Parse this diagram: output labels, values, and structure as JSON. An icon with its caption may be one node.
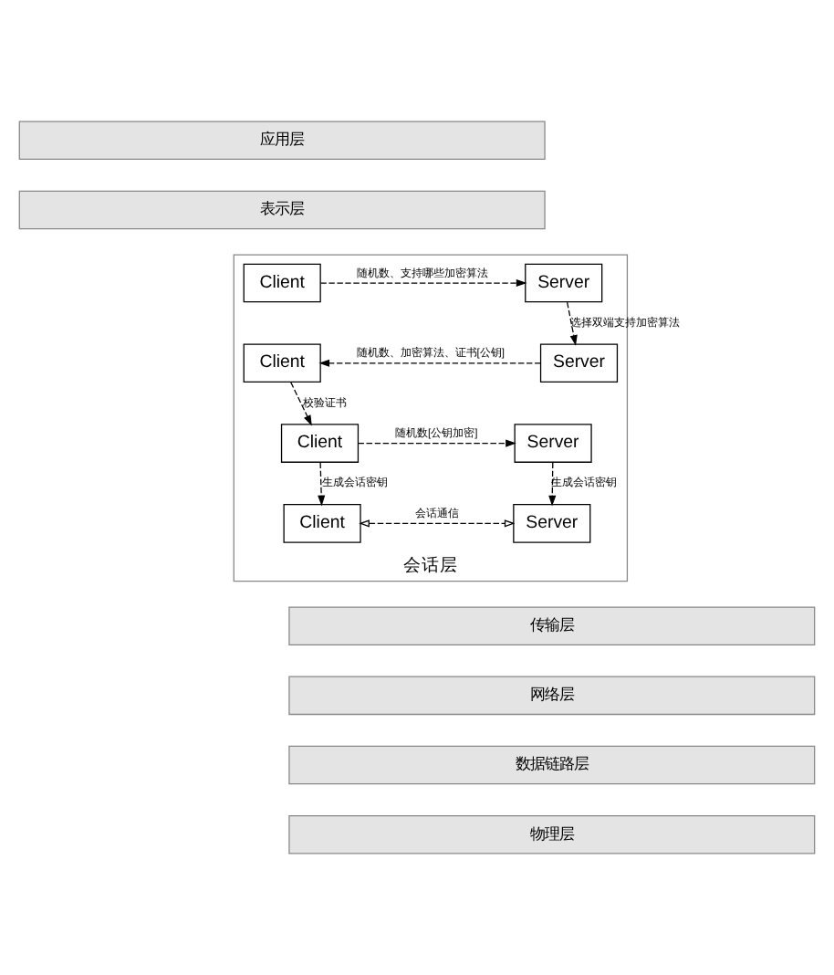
{
  "diagram": {
    "nodes": [
      {
        "text": [
          "应用层"
        ]
      },
      {
        "text": [
          "表示层"
        ]
      },
      {
        "text": [
          "会话层"
        ]
      },
      {
        "text": [
          "Client"
        ],
        "in": 2
      },
      {
        "text": [
          "Server"
        ],
        "in": 2
      },
      {
        "text": [
          "Client"
        ],
        "in": 2
      },
      {
        "text": [
          "Server"
        ],
        "in": 2
      },
      {
        "text": [
          "Client"
        ],
        "in": 2
      },
      {
        "text": [
          "Server"
        ],
        "in": 2
      },
      {
        "text": [
          "Client"
        ],
        "in": 2
      },
      {
        "text": [
          "Server"
        ],
        "in": 2
      },
      {
        "text": [
          "传输层"
        ]
      },
      {
        "text": [
          "网络层"
        ]
      },
      {
        "text": [
          "数据链路层"
        ]
      },
      {
        "text": [
          "物理层"
        ]
      }
    ],
    "edges": [
      {
        "from": 3,
        "to": 4,
        "arrow": "to",
        "label": "随机数、支持哪些加密算法",
        "style": "dashed"
      },
      {
        "from": 4,
        "to": 6,
        "arrow": "to",
        "label": "选择双端支持加密算法",
        "style": "dashed"
      },
      {
        "from": 6,
        "to": 5,
        "arrow": "to",
        "label": "随机数、加密算法、证书[公钥]",
        "style": "dashed"
      },
      {
        "from": 5,
        "to": 7,
        "arrow": "to",
        "label": "校验证书",
        "style": "dashed"
      },
      {
        "from": 7,
        "to": 8,
        "arrow": "to",
        "label": "随机数[公钥加密]",
        "style": "dashed"
      },
      {
        "from": 7,
        "to": 9,
        "arrow": "to",
        "label": "生成会话密钥",
        "style": "dashed"
      },
      {
        "from": 8,
        "to": 10,
        "arrow": "to",
        "label": "生成会话密钥",
        "style": "dashed"
      },
      {
        "from": 9,
        "to": 10,
        "arrow": "both",
        "label": "会话通信",
        "style": "dashed"
      }
    ]
  }
}
